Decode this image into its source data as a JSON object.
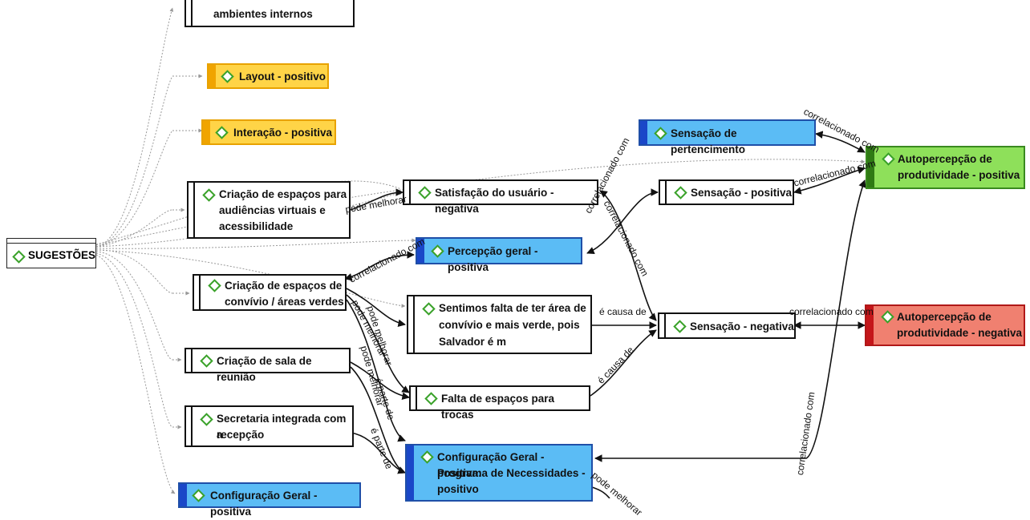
{
  "root": {
    "label": "SUGESTÕES"
  },
  "nodes": {
    "ambientes_internos": "ambientes internos",
    "layout": "Layout - positivo",
    "interacao": "Interação - positiva",
    "criacao_espacos_audiencias": [
      "Criação de espaços para",
      "audiências virtuais e",
      "acessibilidade"
    ],
    "criacao_espacos_convivio": [
      "Criação de espaços de",
      "convívio / áreas verdes"
    ],
    "criacao_sala_reuniao": "Criação de sala de reunião",
    "secretaria_integrada": [
      "Secretaria integrada com a",
      "recepção"
    ],
    "configuracao_geral_positiva": "Configuração Geral - positiva",
    "satisfacao_usuario": "Satisfação do usuário - negativa",
    "percepcao_geral": "Percepção geral - positiva",
    "sentimos_falta": [
      "Sentimos falta de ter área de",
      "convívio e mais verde, pois",
      "Salvador é m"
    ],
    "falta_espacos_trocas": "Falta de espaços para trocas",
    "configuracao_programa": [
      "Configuração Geral - positiva:",
      "Programa de Necessidades -",
      "positivo"
    ],
    "sensacao_pertencimento": "Sensação de pertencimento",
    "sensacao_positiva": "Sensação - positiva",
    "sensacao_negativa": "Sensação - negativa",
    "autopercepcao_positiva": [
      "Autopercepção de",
      "produtividade - positiva"
    ],
    "autopercepcao_negativa": [
      "Autopercepção de",
      "produtividade - negativa"
    ]
  },
  "links": {
    "pode_melhorar": "pode melhorar",
    "correlacionado_com": "correlacionado com",
    "e_causa_de": "é causa de",
    "e_parte_de": "é parte de"
  },
  "colors": {
    "yellow": "#ffd447",
    "blue": "#5bbcf5",
    "green": "#8ee05a",
    "red": "#f08070",
    "icon": "#3aa22a"
  }
}
